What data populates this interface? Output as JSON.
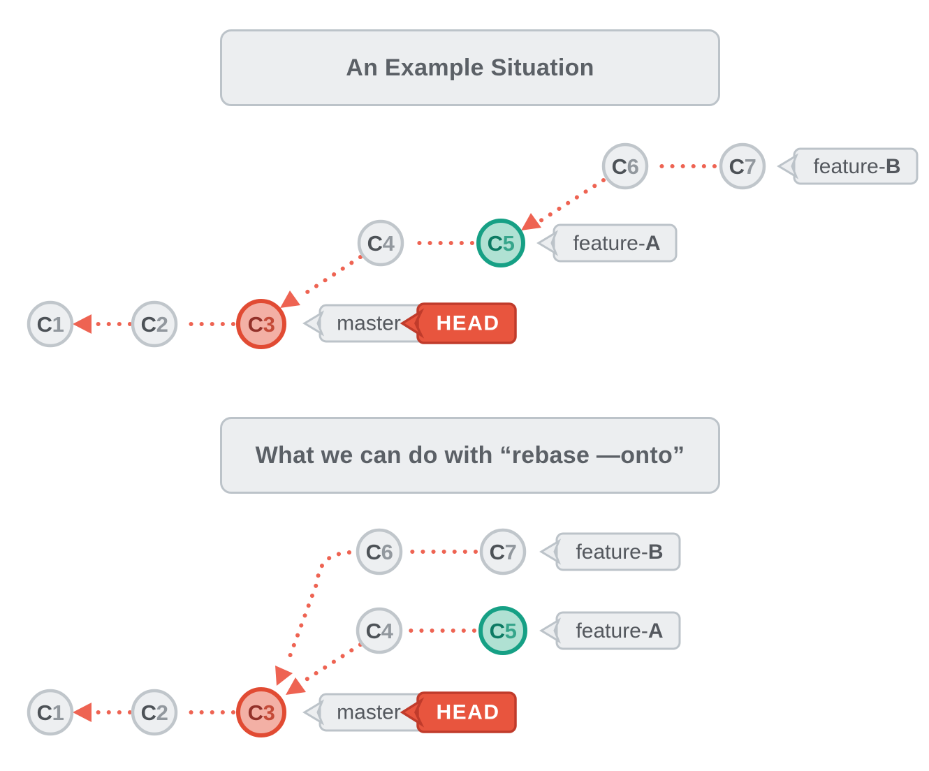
{
  "titles": {
    "first": "An Example Situation",
    "second": "What we can do with “rebase —onto”"
  },
  "commits": {
    "c1": {
      "letter": "C",
      "digit": "1"
    },
    "c2": {
      "letter": "C",
      "digit": "2"
    },
    "c3": {
      "letter": "C",
      "digit": "3"
    },
    "c4": {
      "letter": "C",
      "digit": "4"
    },
    "c5": {
      "letter": "C",
      "digit": "5"
    },
    "c6": {
      "letter": "C",
      "digit": "6"
    },
    "c7": {
      "letter": "C",
      "digit": "7"
    }
  },
  "branch_labels": {
    "feature_a": {
      "prefix": "feature-",
      "suffix": "A"
    },
    "feature_b": {
      "prefix": "feature-",
      "suffix": "B"
    },
    "master": "master",
    "head": "HEAD"
  },
  "colors": {
    "background": "#ffffff",
    "accent_red": "#ee6352",
    "box_fill": "#eceef0",
    "box_border": "#bcc3c9",
    "title_text": "#5b6066",
    "node_gray_fill": "#edeff1",
    "node_gray_border": "#c0c6cb",
    "node_gray_letter": "#4d5257",
    "node_gray_digit": "#92989e",
    "node_red_fill": "#f3b0a5",
    "node_red_border": "#e14b33",
    "node_red_letter": "#93312a",
    "node_red_digit": "#c44a38",
    "node_green_fill": "#b0e1d3",
    "node_green_border": "#16a085",
    "node_green_letter": "#0c7a63",
    "node_green_digit": "#36a58b",
    "label_text": "#54585e",
    "head_fill": "#e8553e",
    "head_border": "#c03b2b",
    "head_text": "#ffffff"
  }
}
